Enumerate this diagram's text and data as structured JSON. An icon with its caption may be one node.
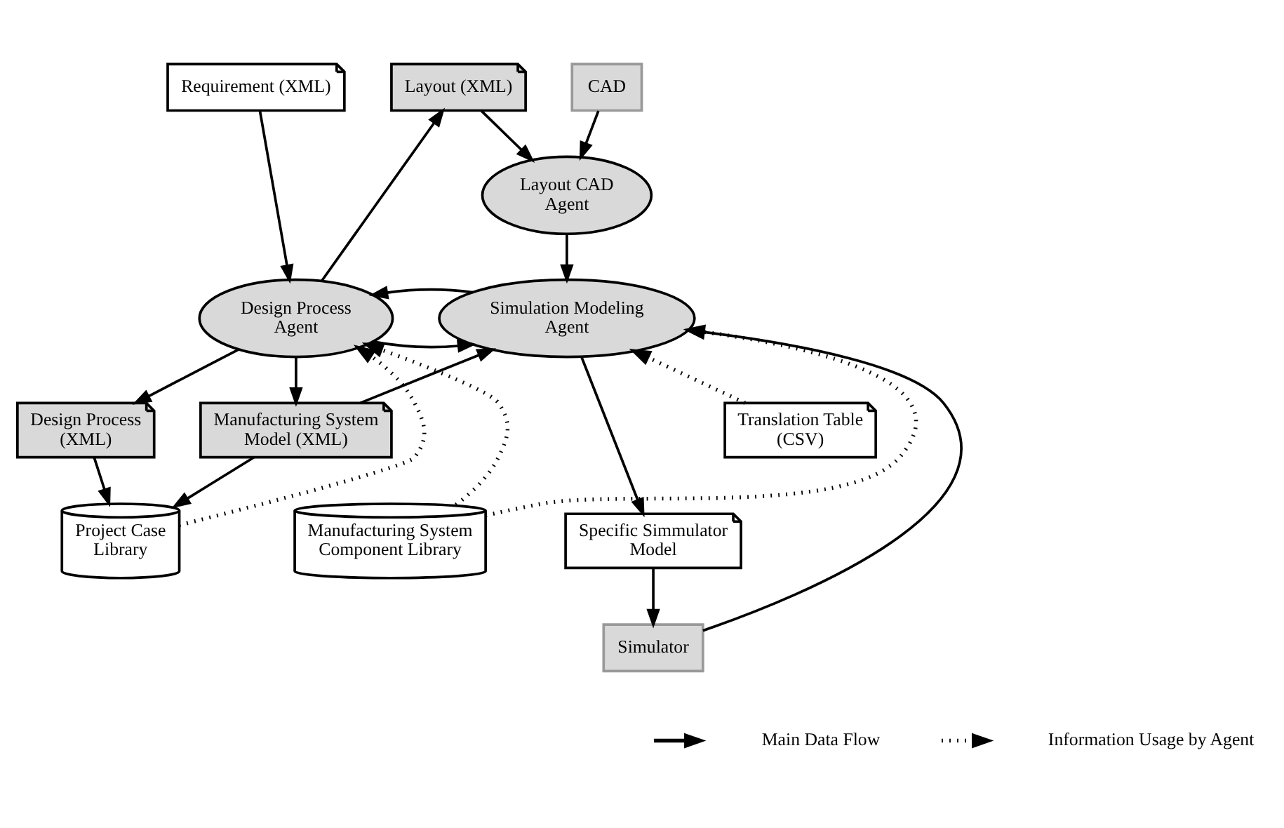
{
  "diagram": {
    "nodes": [
      {
        "text": [
          "Requirement (XML)"
        ]
      },
      {
        "text": [
          "Layout (XML)"
        ]
      },
      {
        "text": [
          "Layout CAD Agent"
        ]
      },
      {
        "text": [
          "CAD"
        ]
      },
      {
        "text": [
          "Design Process Agent"
        ]
      },
      {
        "text": [
          "Simulation Modeling Agent"
        ]
      },
      {
        "text": [
          "Translation Table (CSV)"
        ]
      },
      {
        "text": [
          "Design Process (XML)"
        ]
      },
      {
        "text": [
          "Manufacturing System Model (XML)"
        ]
      },
      {
        "text": [
          "Specific Simmulator Model"
        ]
      },
      {
        "text": [
          "Project Case Library"
        ]
      },
      {
        "text": [
          "Manufacturing System Component Library"
        ]
      },
      {
        "text": [
          "Simulator"
        ]
      }
    ],
    "edges": [
      {
        "from": 0,
        "to": 4,
        "arrow": "to"
      },
      {
        "from": 4,
        "to": 1,
        "arrow": "to"
      },
      {
        "from": 1,
        "to": 2,
        "arrow": "to"
      },
      {
        "from": 3,
        "to": 2,
        "arrow": "to"
      },
      {
        "from": 2,
        "to": 5,
        "arrow": "to"
      },
      {
        "from": 4,
        "to": 5,
        "arrow": "to"
      },
      {
        "from": 5,
        "to": 4,
        "arrow": "to"
      },
      {
        "from": 6,
        "to": 5,
        "arrow": "to",
        "style": "dashed"
      },
      {
        "from": 4,
        "to": 7,
        "arrow": "to"
      },
      {
        "from": 4,
        "to": 8,
        "arrow": "to"
      },
      {
        "from": 8,
        "to": 5,
        "arrow": "to"
      },
      {
        "from": 7,
        "to": 10,
        "arrow": "to"
      },
      {
        "from": 8,
        "to": 10,
        "arrow": "to"
      },
      {
        "from": 10,
        "to": 4,
        "arrow": "to",
        "style": "dashed"
      },
      {
        "from": 11,
        "to": 4,
        "arrow": "to",
        "style": "dashed"
      },
      {
        "from": 11,
        "to": 5,
        "arrow": "to",
        "style": "dashed"
      },
      {
        "from": 5,
        "to": 9,
        "arrow": "to"
      },
      {
        "from": 9,
        "to": 12,
        "arrow": "to"
      },
      {
        "from": 12,
        "to": 5,
        "arrow": "to"
      }
    ],
    "legend": [
      {
        "text": "Main Data Flow"
      },
      {
        "text": "Information Usage by Agent"
      }
    ]
  }
}
